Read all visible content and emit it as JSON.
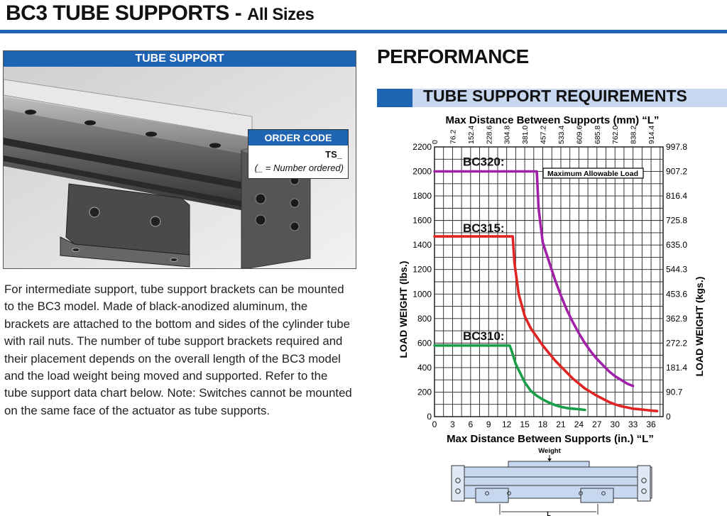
{
  "header": {
    "title": "BC3 TUBE SUPPORTS",
    "title_dash": "-",
    "title_sub": "All Sizes"
  },
  "photo": {
    "header": "TUBE SUPPORT",
    "order_code_label": "ORDER CODE",
    "order_code_value": "TS_",
    "order_code_note": "(_ = Number ordered)"
  },
  "description": "For intermediate support, tube support brackets can be mounted to the BC3 model. Made of black-anodized aluminum, the brackets are attached to the bottom and sides of the cylinder tube with rail nuts. The number of tube support brackets required and their placement depends on the overall length of the BC3 model and the load weight being moved and supported. Refer to the tube support data chart below. Note: Switches cannot be mounted on the same face of the actuator as tube supports.",
  "performance": {
    "title": "PERFORMANCE",
    "subtitle": "TUBE SUPPORT REQUIREMENTS"
  },
  "chart_data": {
    "type": "line",
    "x_top_label": "Max Distance Between Supports (mm) “L”",
    "x_bottom_label": "Max Distance Between Supports (in.) “L”",
    "y_left_label": "LOAD WEIGHT (lbs.)",
    "y_right_label": "LOAD WEIGHT (kgs.)",
    "xlim": [
      0,
      38
    ],
    "ylim": [
      0,
      2200
    ],
    "x_ticks_in": [
      0,
      3,
      6,
      9,
      12,
      15,
      18,
      21,
      24,
      27,
      30,
      33,
      36
    ],
    "x_ticks_mm": [
      "0",
      "76.2",
      "152.4",
      "228.6",
      "304.8",
      "381.0",
      "457.2",
      "533.4",
      "609.6",
      "685.8",
      "762.0",
      "838.2",
      "914.4"
    ],
    "y_ticks_lbs": [
      0,
      200,
      400,
      600,
      800,
      1000,
      1200,
      1400,
      1600,
      1800,
      2000,
      2200
    ],
    "y_ticks_kgs": [
      "0",
      "90.7",
      "181.4",
      "272.2",
      "362.9",
      "453.6",
      "544.3",
      "635.0",
      "725.8",
      "816.4",
      "907.2",
      "997.8"
    ],
    "grid": true,
    "annotation": "Maximum Allowable Load",
    "series": [
      {
        "name": "BC320:",
        "color": "#a020a8",
        "x": [
          0,
          17,
          17.3,
          18,
          19,
          20,
          21,
          22,
          23,
          24,
          25,
          26,
          27,
          28,
          29,
          30,
          31,
          32,
          33
        ],
        "y": [
          2000,
          2000,
          1700,
          1420,
          1270,
          1120,
          990,
          870,
          770,
          680,
          600,
          530,
          470,
          420,
          370,
          330,
          300,
          270,
          250
        ]
      },
      {
        "name": "BC315:",
        "color": "#e02424",
        "x": [
          0,
          13,
          13.3,
          14,
          15,
          16,
          17,
          18,
          19,
          20,
          21,
          22,
          23,
          24,
          25,
          26,
          27,
          28,
          29,
          30,
          31,
          32,
          33,
          34,
          35,
          36,
          37
        ],
        "y": [
          1470,
          1470,
          1250,
          1000,
          820,
          720,
          650,
          580,
          520,
          460,
          410,
          360,
          310,
          270,
          230,
          200,
          170,
          145,
          120,
          100,
          85,
          75,
          65,
          60,
          55,
          50,
          45
        ]
      },
      {
        "name": "BC310:",
        "color": "#1a9e4a",
        "x": [
          0,
          12.5,
          12.8,
          13.5,
          14,
          15,
          16,
          17,
          18,
          19,
          20,
          21,
          22,
          23,
          24,
          25
        ],
        "y": [
          580,
          580,
          540,
          430,
          380,
          280,
          210,
          170,
          140,
          115,
          95,
          80,
          70,
          65,
          60,
          55
        ]
      }
    ]
  },
  "diagram": {
    "weight_label": "Weight",
    "length_label": "L"
  }
}
